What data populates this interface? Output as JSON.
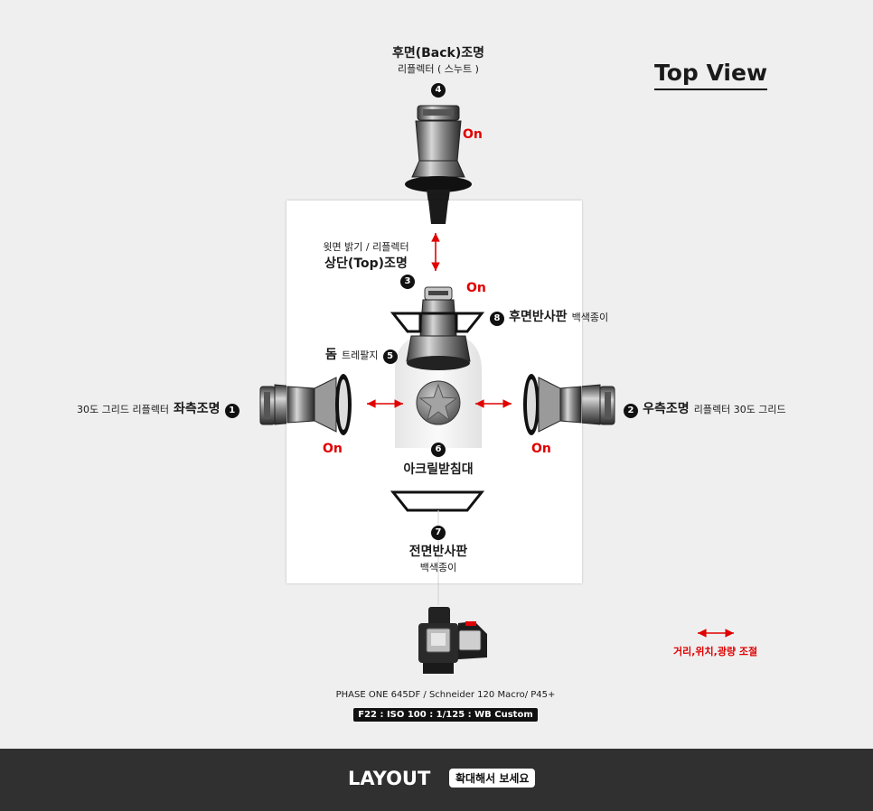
{
  "title": "Top View",
  "back_light": {
    "title": "후면(Back)조명",
    "subtitle": "리플렉터 ( 스누트 )",
    "number": "4",
    "status": "On"
  },
  "top_light": {
    "subtitle": "윗면 밝기 / 리플렉터",
    "title": "상단(Top)조명",
    "number": "3",
    "status": "On"
  },
  "back_reflector": {
    "number": "8",
    "title": "후면반사판",
    "subtitle": "백색종이"
  },
  "dome": {
    "title": "돔",
    "subtitle": "트레팔지",
    "number": "5"
  },
  "left_light": {
    "prefix": "30도 그리드 리플렉터",
    "title": "좌측조명",
    "number": "1",
    "status": "On"
  },
  "right_light": {
    "number": "2",
    "title": "우측조명",
    "suffix": "리플렉터 30도 그리드",
    "status": "On"
  },
  "stand": {
    "number": "6",
    "title": "아크릴받침대"
  },
  "front_reflector": {
    "number": "7",
    "title": "전면반사판",
    "subtitle": "백색종이"
  },
  "camera": {
    "model": "PHASE ONE 645DF / Schneider 120 Macro/ P45+",
    "settings": "F22 : ISO 100 : 1/125 : WB Custom"
  },
  "legend": {
    "text": "거리,위치,광량 조절"
  },
  "footer": {
    "label": "LAYOUT",
    "hint": "확대해서 보세요"
  },
  "colors": {
    "accent_red": "#e00000",
    "footer_bg": "#303030",
    "background": "#efefef"
  }
}
